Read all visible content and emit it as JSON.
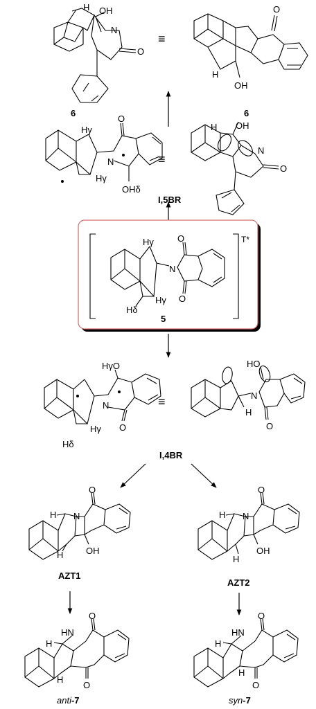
{
  "diagram": {
    "labels": {
      "l_6a": "6",
      "l_6b": "6",
      "l_15br": "I,5BR",
      "l_5": "5",
      "l_tstar": "T*",
      "l_14br": "I,4BR",
      "l_azt1": "AZT1",
      "l_azt2": "AZT2",
      "l_anti_pre": "anti",
      "l_anti_suf": "-7",
      "l_syn_pre": "syn",
      "l_syn_suf": "-7"
    },
    "atoms": {
      "a_oh1": "OH",
      "a_n1": "N",
      "a_o1": "O",
      "a_h1": "H",
      "a_o2": "O",
      "a_h2": "H",
      "a_oh2": "OH",
      "a_hg1": "Hγ",
      "a_o3": "O",
      "a_n3": "N",
      "a_hg2": "Hγ",
      "a_ohd": "OHδ",
      "a_h4": "H",
      "a_oh4": "OH",
      "a_n4": "N",
      "a_o4": "O",
      "a_hg5": "Hγ",
      "a_o5a": "O",
      "a_n5": "N",
      "a_hg6": "Hγ",
      "a_o5b": "O",
      "a_hd5": "Hδ",
      "a_hgo": "HγO",
      "a_n7": "N",
      "a_o7": "O",
      "a_hg7": "Hγ",
      "a_hd7": "Hδ",
      "a_ho8": "HO",
      "a_n8": "N",
      "a_h8": "H",
      "a_o8": "O",
      "a_o9": "O",
      "a_h9a": "H",
      "a_n9": "N",
      "a_h9b": "H",
      "a_oh9": "OH",
      "a_o10": "O",
      "a_h10a": "H",
      "a_n10": "N",
      "a_h10b": "H",
      "a_oh10": "OH",
      "a_o11": "O",
      "a_hn11": "HN",
      "a_h11a": "H",
      "a_h11b": "H",
      "a_o11b": "O",
      "a_o12": "O",
      "a_hn12": "HN",
      "a_h12a": "H",
      "a_h12b": "H",
      "a_o12b": "O"
    },
    "symbols": {
      "equiv": "≡"
    },
    "colors": {
      "box_border": "#d46a6a",
      "box_shadow": "#000000",
      "ink": "#000000"
    }
  }
}
